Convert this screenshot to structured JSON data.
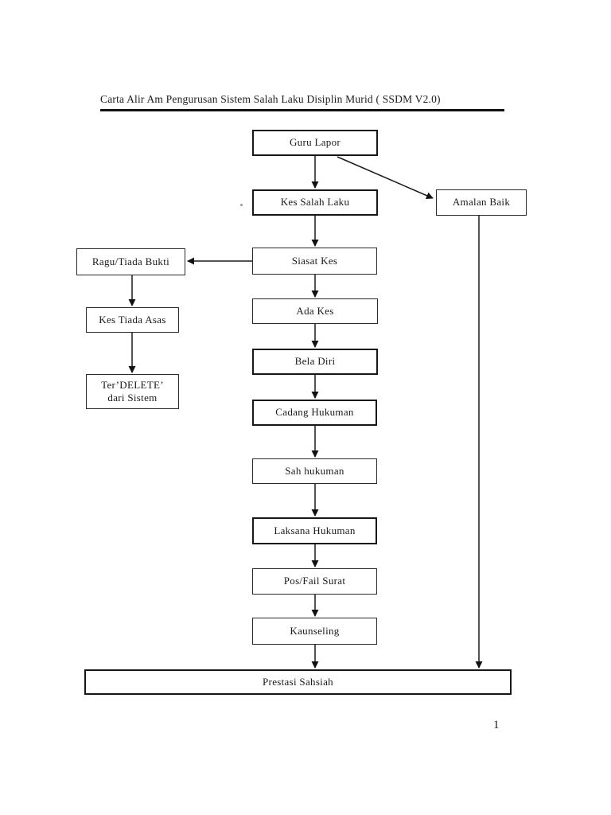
{
  "page": {
    "background": "#ffffff",
    "text_color": "#1a1a1a",
    "page_number": "1"
  },
  "title": {
    "text": "Carta Alir Am Pengurusan Sistem Salah Laku Disiplin Murid ( SSDM V2.0)"
  },
  "flowchart": {
    "nodes": [
      {
        "id": "guru-lapor",
        "label": "Guru Lapor"
      },
      {
        "id": "kes-salah-laku",
        "label": "Kes Salah Laku"
      },
      {
        "id": "amalan-baik",
        "label": "Amalan Baik"
      },
      {
        "id": "siasat-kes",
        "label": "Siasat Kes"
      },
      {
        "id": "ragu-tiada-bukti",
        "label": "Ragu/Tiada Bukti"
      },
      {
        "id": "ada-kes",
        "label": "Ada Kes"
      },
      {
        "id": "kes-tiada-asas",
        "label": "Kes Tiada Asas"
      },
      {
        "id": "bela-diri",
        "label": "Bela Diri"
      },
      {
        "id": "ter-delete",
        "label": "Ter’DELETE’\ndari Sistem"
      },
      {
        "id": "cadang-hukuman",
        "label": "Cadang Hukuman"
      },
      {
        "id": "sah-hukuman",
        "label": "Sah hukuman"
      },
      {
        "id": "laksana-hukuman",
        "label": "Laksana Hukuman"
      },
      {
        "id": "pos-fail-surat",
        "label": "Pos/Fail Surat"
      },
      {
        "id": "kaunseling",
        "label": "Kaunseling"
      },
      {
        "id": "prestasi-sahsiah",
        "label": "Prestasi Sahsiah"
      }
    ],
    "edges": [
      {
        "from": "guru-lapor",
        "to": "kes-salah-laku"
      },
      {
        "from": "guru-lapor",
        "to": "amalan-baik"
      },
      {
        "from": "kes-salah-laku",
        "to": "siasat-kes"
      },
      {
        "from": "siasat-kes",
        "to": "ragu-tiada-bukti"
      },
      {
        "from": "siasat-kes",
        "to": "ada-kes"
      },
      {
        "from": "ragu-tiada-bukti",
        "to": "kes-tiada-asas"
      },
      {
        "from": "kes-tiada-asas",
        "to": "ter-delete"
      },
      {
        "from": "ada-kes",
        "to": "bela-diri"
      },
      {
        "from": "bela-diri",
        "to": "cadang-hukuman"
      },
      {
        "from": "cadang-hukuman",
        "to": "sah-hukuman"
      },
      {
        "from": "sah-hukuman",
        "to": "laksana-hukuman"
      },
      {
        "from": "laksana-hukuman",
        "to": "pos-fail-surat"
      },
      {
        "from": "pos-fail-surat",
        "to": "kaunseling"
      },
      {
        "from": "kaunseling",
        "to": "prestasi-sahsiah"
      },
      {
        "from": "amalan-baik",
        "to": "prestasi-sahsiah"
      }
    ],
    "line_color": "#1a1a1a"
  }
}
